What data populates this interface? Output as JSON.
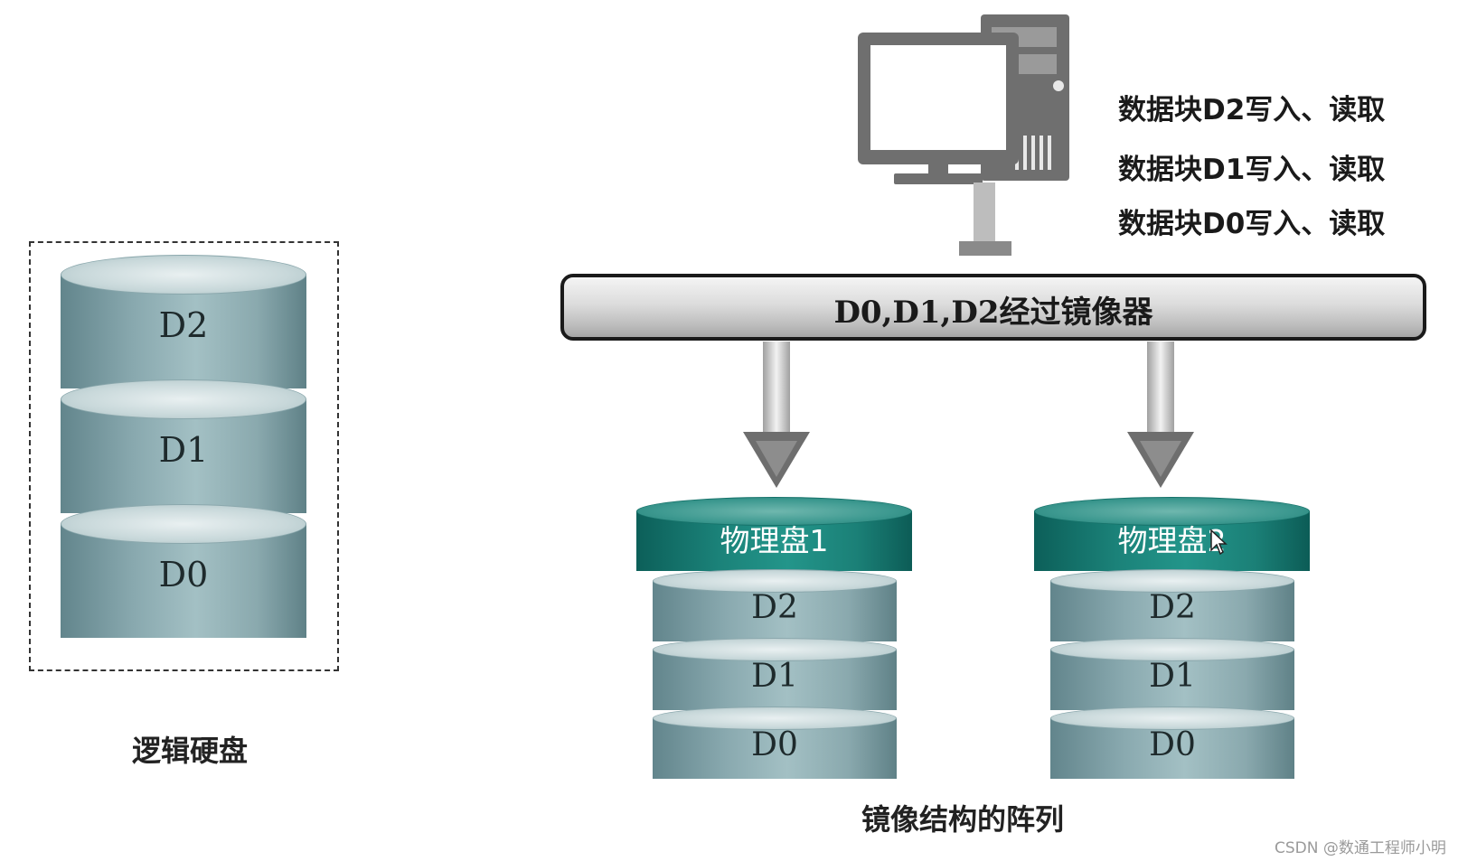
{
  "logical_disk": {
    "blocks": [
      "D2",
      "D1",
      "D0"
    ],
    "caption": "逻辑硬盘"
  },
  "computer": {
    "icon": "desktop-computer-icon"
  },
  "operations": [
    "数据块D2写入、读取",
    "数据块D1写入、读取",
    "数据块D0写入、读取"
  ],
  "mirror_bar": {
    "label": "D0,D1,D2经过镜像器"
  },
  "physical_disks": [
    {
      "label": "物理盘1",
      "blocks": [
        "D2",
        "D1",
        "D0"
      ]
    },
    {
      "label": "物理盘2",
      "blocks": [
        "D2",
        "D1",
        "D0"
      ]
    }
  ],
  "mirror_caption": "镜像结构的阵列",
  "watermark": "CSDN @数通工程师小明",
  "colors": {
    "disk_head": "#1b8279",
    "disk_body": "#89a9af",
    "bar": "#cfcfcf"
  }
}
